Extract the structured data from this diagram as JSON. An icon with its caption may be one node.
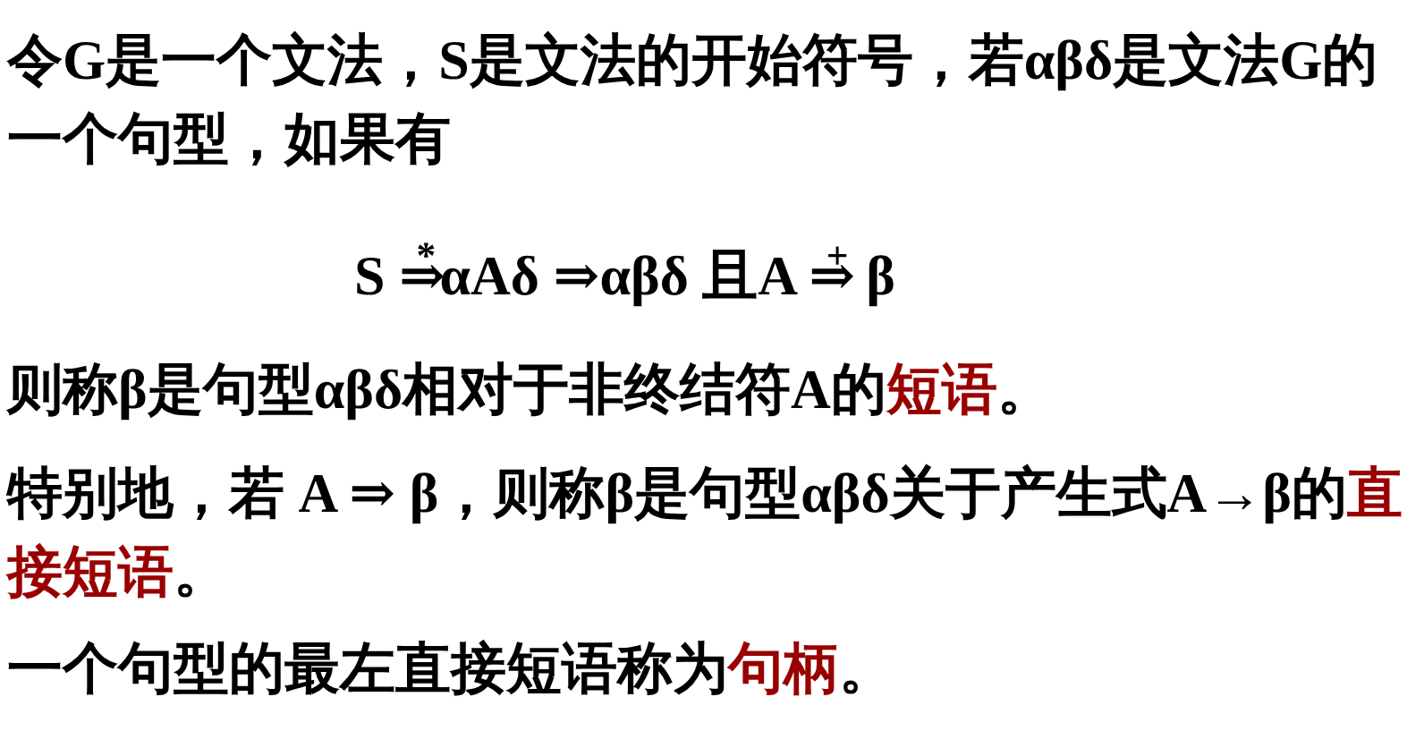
{
  "diagram": {
    "labels": [
      "令G是一个文法，S是文法的开始符号，若αβδ是文法G的一个句型，如果有",
      "S ⇒$^{*}$αAδ ⇒αβδ 且A ⇒$^{+}$ β",
      "则称β是句型αβδ相对于非终结符A的**短语**。",
      "特别地，若 A ⇒ β，则称β是句型αβδ关于产生式A→β的**直接短语**。",
      "一个句型的最左直接短语称为**句柄**。"
    ]
  }
}
